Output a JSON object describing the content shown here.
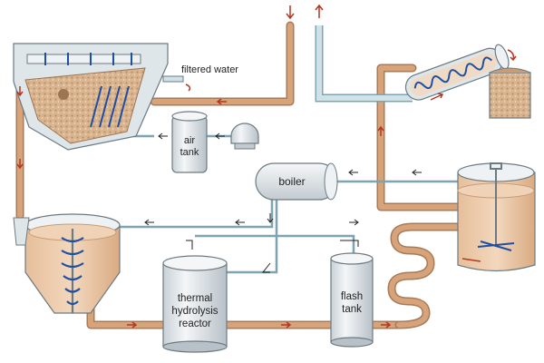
{
  "labels": {
    "filtered_water": "filtered water",
    "air_tank_line1": "air",
    "air_tank_line2": "tank",
    "boiler": "boiler",
    "reactor_line1": "thermal",
    "reactor_line2": "hydrolysis",
    "reactor_line3": "reactor",
    "flash_line1": "flash",
    "flash_line2": "tank"
  },
  "colors": {
    "pipe": "#d6a37a",
    "pipe_edge": "#a77a58",
    "water_pipe": "#b9d3dc",
    "sludge": "#e8c4a2",
    "sludge_dark": "#c99c76",
    "steel": "#e3e8ec",
    "arrow": "#b5371f"
  }
}
